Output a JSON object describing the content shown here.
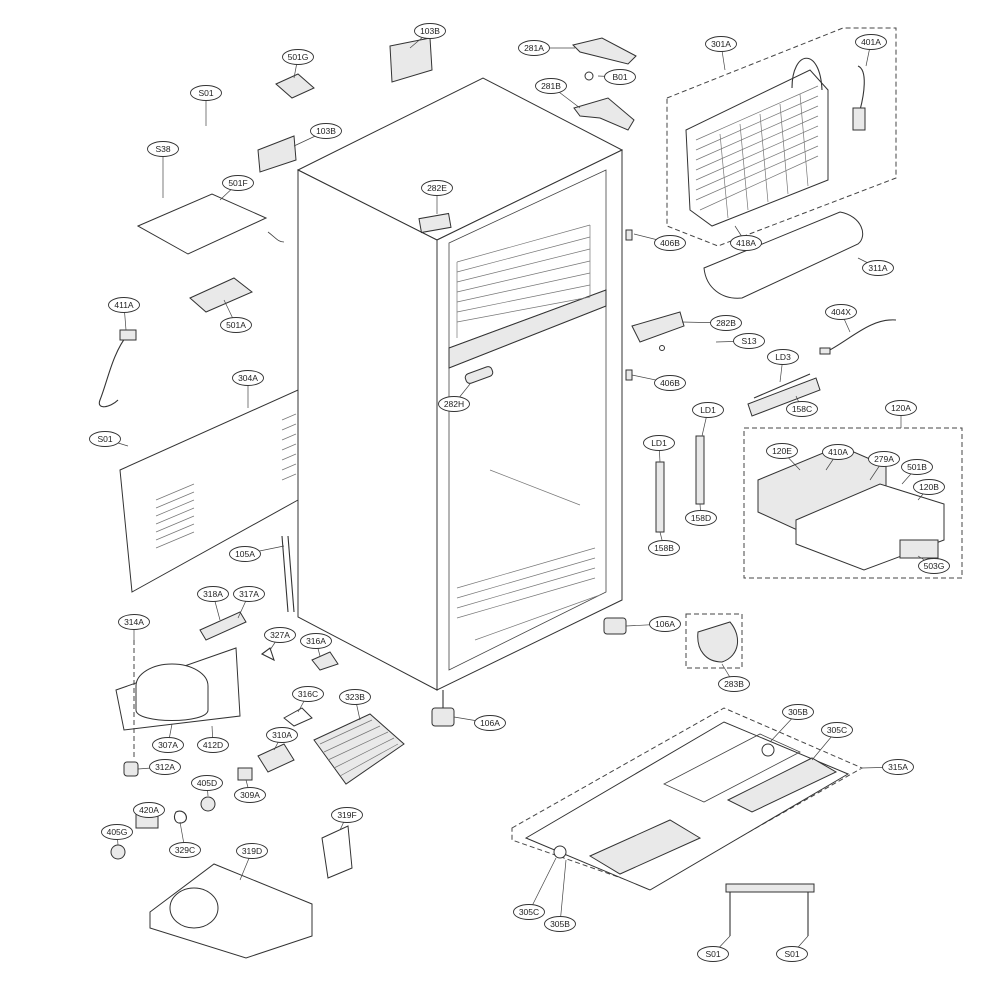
{
  "callouts": [
    {
      "id": "c103b-top",
      "text": "103B"
    },
    {
      "id": "c501g",
      "text": "501G"
    },
    {
      "id": "c281a",
      "text": "281A"
    },
    {
      "id": "c301a",
      "text": "301A"
    },
    {
      "id": "c401a",
      "text": "401A"
    },
    {
      "id": "c801",
      "text": "B01"
    },
    {
      "id": "c281b",
      "text": "281B"
    },
    {
      "id": "cs01-a",
      "text": "S01"
    },
    {
      "id": "c103b-mid",
      "text": "103B"
    },
    {
      "id": "cs38",
      "text": "S38"
    },
    {
      "id": "c501f",
      "text": "501F"
    },
    {
      "id": "c282e",
      "text": "282E"
    },
    {
      "id": "c406b-a",
      "text": "406B"
    },
    {
      "id": "c418a",
      "text": "418A"
    },
    {
      "id": "c311a",
      "text": "311A"
    },
    {
      "id": "c501a",
      "text": "501A"
    },
    {
      "id": "c411a",
      "text": "411A"
    },
    {
      "id": "c404x",
      "text": "404X"
    },
    {
      "id": "c282b",
      "text": "282B"
    },
    {
      "id": "cs13",
      "text": "S13"
    },
    {
      "id": "cld3",
      "text": "LD3"
    },
    {
      "id": "c304a",
      "text": "304A"
    },
    {
      "id": "c406b-b",
      "text": "406B"
    },
    {
      "id": "c282h",
      "text": "282H"
    },
    {
      "id": "c158c",
      "text": "158C"
    },
    {
      "id": "cld1-a",
      "text": "LD1"
    },
    {
      "id": "c120a",
      "text": "120A"
    },
    {
      "id": "cs01-b",
      "text": "S01"
    },
    {
      "id": "cld1-b",
      "text": "LD1"
    },
    {
      "id": "c120e",
      "text": "120E"
    },
    {
      "id": "c410a",
      "text": "410A"
    },
    {
      "id": "c279a",
      "text": "279A"
    },
    {
      "id": "c501b",
      "text": "501B"
    },
    {
      "id": "c120b",
      "text": "120B"
    },
    {
      "id": "c158d",
      "text": "158D"
    },
    {
      "id": "c158b",
      "text": "158B"
    },
    {
      "id": "c503g",
      "text": "503G"
    },
    {
      "id": "c105a",
      "text": "105A"
    },
    {
      "id": "c318a",
      "text": "318A"
    },
    {
      "id": "c317a",
      "text": "317A"
    },
    {
      "id": "c314a",
      "text": "314A"
    },
    {
      "id": "c327a",
      "text": "327A"
    },
    {
      "id": "c316a",
      "text": "316A"
    },
    {
      "id": "c106a-r",
      "text": "106A"
    },
    {
      "id": "c283b",
      "text": "283B"
    },
    {
      "id": "c316c",
      "text": "316C"
    },
    {
      "id": "c323b",
      "text": "323B"
    },
    {
      "id": "c305b-top",
      "text": "305B"
    },
    {
      "id": "c305c-top",
      "text": "305C"
    },
    {
      "id": "c106a-b",
      "text": "106A"
    },
    {
      "id": "c310a",
      "text": "310A"
    },
    {
      "id": "c307a",
      "text": "307A"
    },
    {
      "id": "c412d",
      "text": "412D"
    },
    {
      "id": "c315a",
      "text": "315A"
    },
    {
      "id": "c312a",
      "text": "312A"
    },
    {
      "id": "c405d",
      "text": "405D"
    },
    {
      "id": "c309a",
      "text": "309A"
    },
    {
      "id": "c420a",
      "text": "420A"
    },
    {
      "id": "c319f",
      "text": "319F"
    },
    {
      "id": "c405g",
      "text": "405G"
    },
    {
      "id": "c329c",
      "text": "329C"
    },
    {
      "id": "c319d",
      "text": "319D"
    },
    {
      "id": "c305c-bot",
      "text": "305C"
    },
    {
      "id": "c305b-bot",
      "text": "305B"
    },
    {
      "id": "cs01-c",
      "text": "S01"
    },
    {
      "id": "cs01-d",
      "text": "S01"
    }
  ]
}
